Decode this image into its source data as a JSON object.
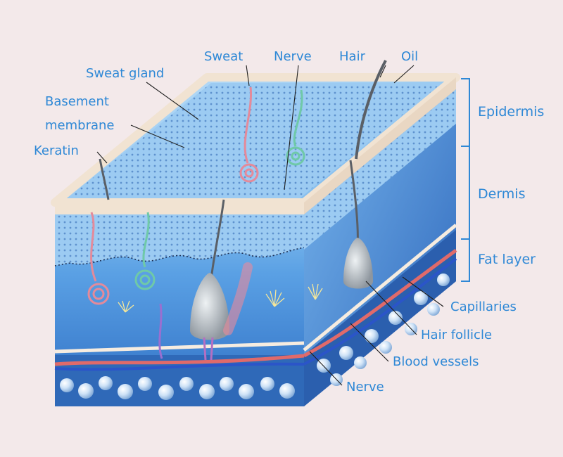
{
  "labels": {
    "sweat": "Sweat",
    "nerve_top": "Nerve",
    "hair": "Hair",
    "oil": "Oil",
    "sweat_gland": "Sweat gland",
    "basement_membrane_line1": "Basement",
    "basement_membrane_line2": "membrane",
    "keratin": "Keratin",
    "capillaries": "Capillaries",
    "hair_follicle": "Hair follicle",
    "blood_vessels": "Blood vessels",
    "nerve_bottom": "Nerve"
  },
  "layers": {
    "epidermis": "Epidermis",
    "dermis": "Dermis",
    "fat_layer": "Fat layer"
  },
  "colors": {
    "background": "#f3e9ea",
    "label_text": "#2e88d6",
    "dermis_blue": "#3f86d8",
    "epidermis_blue": "#6fb0ea",
    "fat_blue": "#2f69b8",
    "skin_surface": "#f1e3d2",
    "artery": "#e06a6a",
    "vein": "#2b55c8"
  }
}
